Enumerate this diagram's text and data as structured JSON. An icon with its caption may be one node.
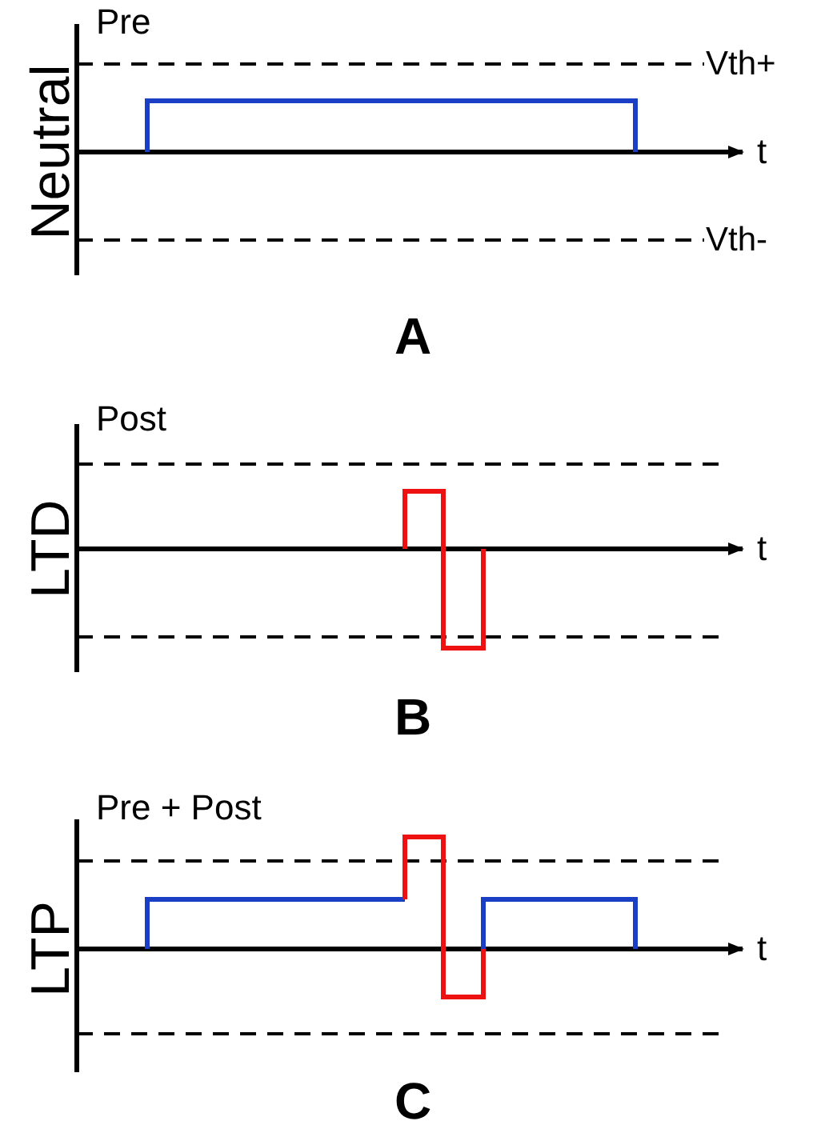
{
  "diagram": {
    "labels": [
      "Pre",
      "Neutral",
      "Vth+",
      "t",
      "Vth-",
      "A",
      "Post",
      "LTD",
      "t",
      "B",
      "Pre + Post",
      "LTP",
      "t",
      "C"
    ]
  }
}
